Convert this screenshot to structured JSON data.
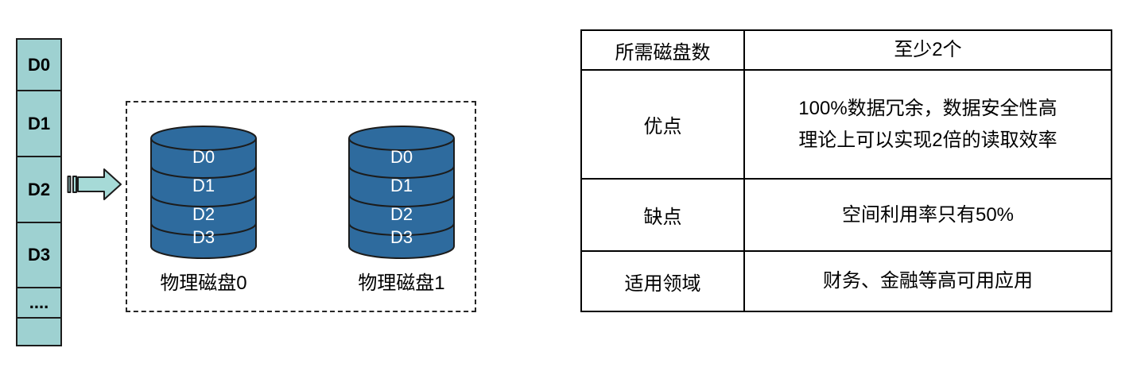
{
  "logical_column": {
    "blocks": [
      "D0",
      "D1",
      "D2",
      "D3",
      "....",
      ""
    ]
  },
  "mirror_arrow": {
    "icon": "striped-right-arrow"
  },
  "mirror_group": {
    "disks": [
      {
        "label": "物理磁盘0",
        "segments": [
          "D0",
          "D1",
          "D2",
          "D3"
        ]
      },
      {
        "label": "物理磁盘1",
        "segments": [
          "D0",
          "D1",
          "D2",
          "D3"
        ]
      }
    ]
  },
  "info_table": {
    "rows": [
      {
        "header": "所需磁盘数",
        "lines": [
          "至少2个"
        ]
      },
      {
        "header": "优点",
        "lines": [
          "100%数据冗余，数据安全性高",
          "理论上可以实现2倍的读取效率"
        ]
      },
      {
        "header": "缺点",
        "lines": [
          "空间利用率只有50%"
        ]
      },
      {
        "header": "适用领域",
        "lines": [
          "财务、金融等高可用应用"
        ]
      }
    ]
  },
  "colors": {
    "block_fill": "#9ed1d1",
    "arrow_fill": "#a6dad7",
    "disk_fill": "#2e6b9e",
    "outline": "#1c1c1c",
    "table_border": "#000000",
    "disk_text": "#ffffff",
    "text_color": "#000000"
  }
}
